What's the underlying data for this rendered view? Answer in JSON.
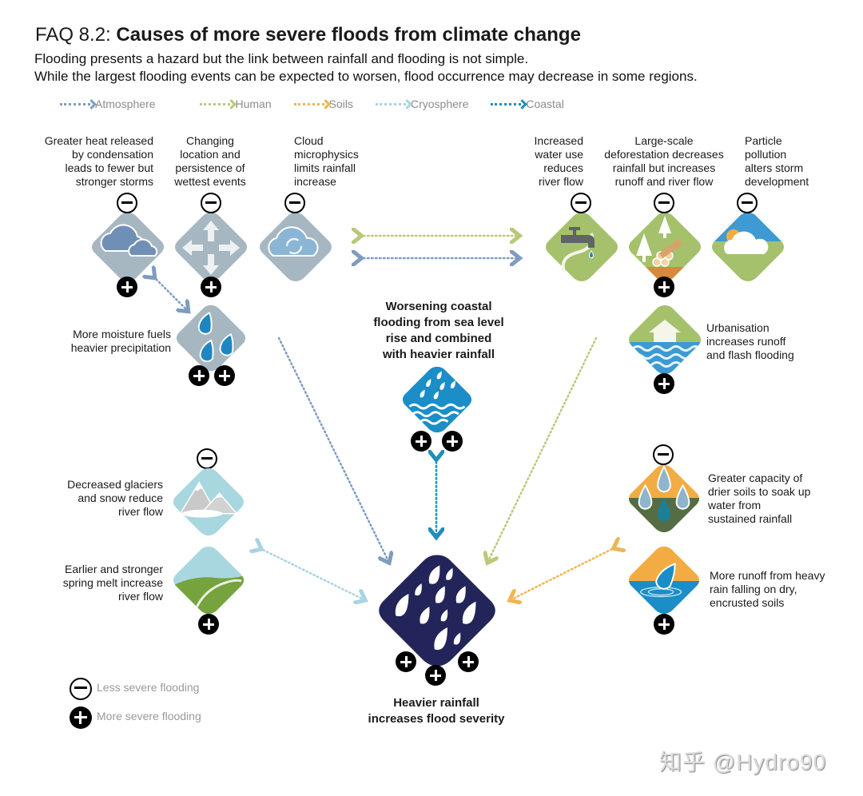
{
  "header": {
    "title_prefix": "FAQ 8.2: ",
    "title_main": "Causes of more severe floods from climate change",
    "subtitle_line1": "Flooding presents a hazard but the link between rainfall and flooding is not simple.",
    "subtitle_line2": "While the largest flooding events can be expected to worsen, flood occurrence may decrease in some regions."
  },
  "arrow_legend": [
    {
      "label": "Atmosphere",
      "color": "#7f9cc0"
    },
    {
      "label": "Human",
      "color": "#b9c97a"
    },
    {
      "label": "Soils",
      "color": "#f0b553"
    },
    {
      "label": "Cryosphere",
      "color": "#a9d3e3"
    },
    {
      "label": "Coastal",
      "color": "#1f8fb8"
    }
  ],
  "drivers": {
    "condensation": {
      "text": "Greater heat released by condensation leads to fewer but stronger storms",
      "effects": [
        "minus",
        "plus"
      ],
      "icon": "cloud-icon",
      "category": "Atmosphere"
    },
    "wettest_events": {
      "text": "Changing location and persistence of wettest events",
      "effects": [
        "minus",
        "plus"
      ],
      "icon": "move-arrows-icon",
      "category": "Atmosphere"
    },
    "cloud_microphysics": {
      "text": "Cloud microphysics limits rainfall increase",
      "effects": [
        "minus"
      ],
      "icon": "cloud-cycle-icon",
      "category": "Atmosphere"
    },
    "moisture": {
      "text": "More moisture fuels heavier precipitation",
      "effects": [
        "plus",
        "plus"
      ],
      "icon": "raindrops-icon",
      "category": "Atmosphere"
    },
    "water_use": {
      "text": "Increased water use reduces river flow",
      "effects": [
        "minus"
      ],
      "icon": "tap-icon",
      "category": "Human"
    },
    "deforestation": {
      "text": "Large-scale deforestation decreases rainfall but increases runoff and river flow",
      "effects": [
        "minus",
        "plus"
      ],
      "icon": "logs-trees-icon",
      "category": "Human"
    },
    "pollution": {
      "text": "Particle pollution alters storm development",
      "effects": [
        "minus"
      ],
      "icon": "sun-cloud-icon",
      "category": "Human"
    },
    "urbanisation": {
      "text": "Urbanisation increases runoff and flash flooding",
      "effects": [
        "plus"
      ],
      "icon": "flooded-house-icon",
      "category": "Human"
    },
    "coastal": {
      "text": "Worsening coastal flooding from sea level rise and combined with heavier rainfall",
      "effects": [
        "plus",
        "plus"
      ],
      "icon": "rain-waves-icon",
      "category": "Coastal"
    },
    "glaciers": {
      "text": "Decreased glaciers and snow reduce river flow",
      "effects": [
        "minus"
      ],
      "icon": "mountains-icon",
      "category": "Cryosphere"
    },
    "spring_melt": {
      "text": "Earlier and stronger spring melt increase river flow",
      "effects": [
        "plus"
      ],
      "icon": "river-valley-icon",
      "category": "Cryosphere"
    },
    "drier_soils": {
      "text": "Greater capacity of drier soils to soak up water from sustained rainfall",
      "effects": [
        "minus"
      ],
      "icon": "soil-drops-icon",
      "category": "Soils"
    },
    "encrusted_soils": {
      "text": "More runoff from heavy rain falling on dry, encrusted soils",
      "effects": [
        "plus"
      ],
      "icon": "drop-splash-icon",
      "category": "Soils"
    },
    "heavier_rainfall": {
      "text": "Heavier rainfall increases flood severity",
      "effects": [
        "plus",
        "plus",
        "plus"
      ],
      "icon": "heavy-rain-icon"
    }
  },
  "labels": {
    "condensation": [
      "Greater heat released",
      "by condensation",
      "leads to fewer but",
      "stronger storms"
    ],
    "wettest": [
      "Changing",
      "location and",
      "persistence of",
      "wettest events"
    ],
    "microphysics": [
      "Cloud",
      "microphysics",
      "limits rainfall",
      "increase"
    ],
    "water_use": [
      "Increased",
      "water use",
      "reduces",
      "river flow"
    ],
    "deforestation": [
      "Large-scale",
      "deforestation decreases",
      "rainfall but increases",
      "runoff and river flow"
    ],
    "pollution": [
      "Particle",
      "pollution",
      "alters storm",
      "development"
    ],
    "moisture": [
      "More moisture fuels",
      "heavier precipitation"
    ],
    "coastal": [
      "Worsening coastal",
      "flooding from sea level",
      "rise and combined",
      "with heavier rainfall"
    ],
    "urbanisation": [
      "Urbanisation",
      "increases runoff",
      "and flash flooding"
    ],
    "glaciers": [
      "Decreased glaciers",
      "and snow reduce",
      "river flow"
    ],
    "spring": [
      "Earlier and stronger",
      "spring melt increase",
      "river flow"
    ],
    "drier": [
      "Greater capacity of",
      "drier soils to soak up",
      "water from",
      "sustained rainfall"
    ],
    "runoff": [
      "More runoff from heavy",
      "rain falling on dry,",
      "encrusted soils"
    ],
    "heavier": [
      "Heavier rainfall",
      "increases flood severity"
    ]
  },
  "effect_key": {
    "minus_label": "Less severe flooding",
    "plus_label": "More severe flooding"
  },
  "watermark": "知乎 @Hydro90",
  "colors": {
    "atmosphere_diamond": "#a7b7c1",
    "human_green": "#a5c16c",
    "cryosphere": "#a9d7e0",
    "soils_orange": "#f2ac43",
    "coastal_blue": "#1b8dc7",
    "heavy_rain_navy": "#232459"
  }
}
